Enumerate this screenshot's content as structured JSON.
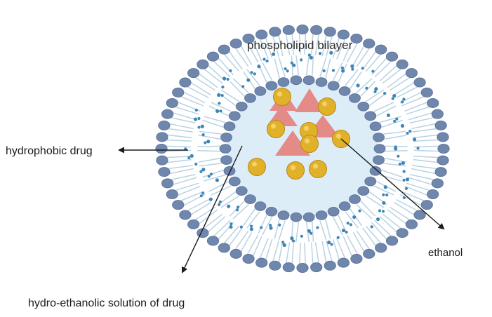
{
  "labels": {
    "bilayer": "phospholipid bilayer",
    "hydrophobic_drug": "hydrophobic drug",
    "ethanol": "ethanol",
    "solution": "hydro-ethanolic solution of drug"
  },
  "colors": {
    "head": "#6f86ad",
    "head_stroke": "#5b6f96",
    "tail": "#b9d2e2",
    "dot": "#3f86b4",
    "core": "#dcedf8",
    "triangle": "#e48a87",
    "ethanol_ball": "#e2b12a",
    "arrow": "#1a1a1a"
  },
  "icons": {
    "head": "phospholipid-head-icon",
    "triangle": "drug-triangle-icon",
    "ball": "ethanol-ball-icon"
  }
}
